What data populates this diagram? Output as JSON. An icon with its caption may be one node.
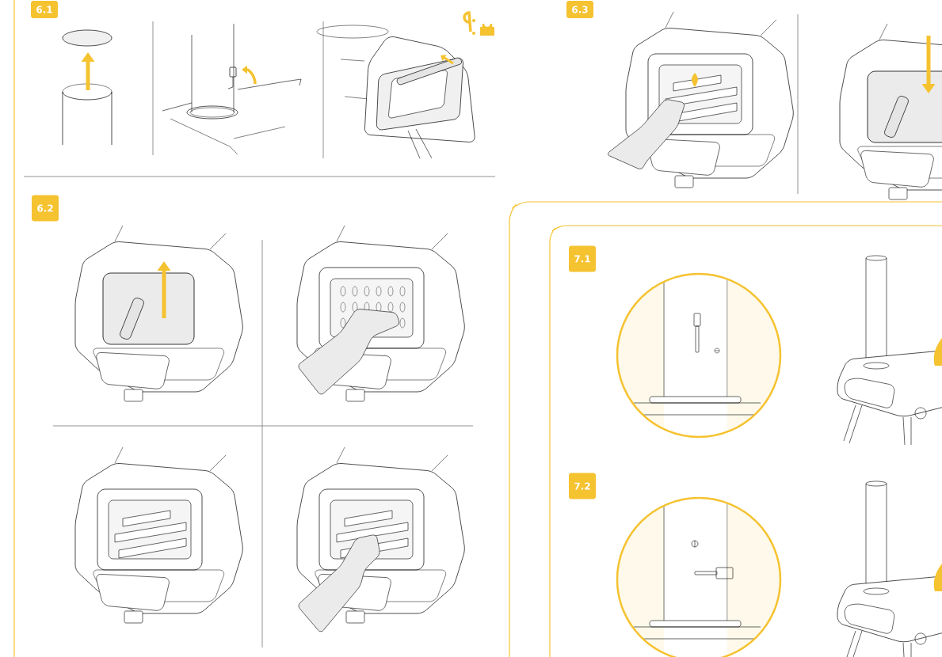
{
  "diagram": {
    "labels": [
      "6.1",
      "6.3",
      "6.2",
      "7.1",
      "7.2"
    ]
  }
}
